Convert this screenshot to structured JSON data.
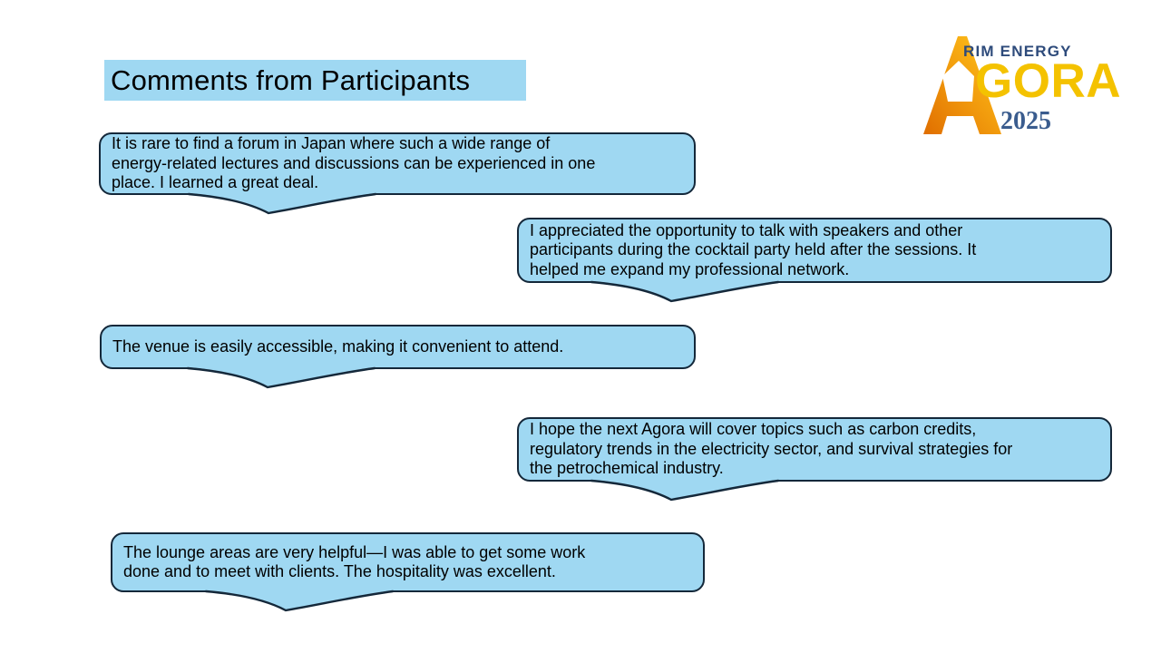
{
  "slide": {
    "title": "Comments from Participants",
    "comments": [
      {
        "text": "It is rare to find a forum in Japan where such a wide range of\nenergy-related lectures and discussions can be experienced in one\nplace. I learned a great deal."
      },
      {
        "text": "I appreciated the opportunity to talk with speakers and other\nparticipants during the cocktail party held after the sessions. It\nhelped me expand my professional network."
      },
      {
        "text": "The venue is easily accessible, making it convenient to attend."
      },
      {
        "text": "I hope the next Agora will cover topics such as carbon credits,\nregulatory trends in the electricity sector, and survival strategies for\nthe petrochemical industry."
      },
      {
        "text": "The lounge areas are very helpful—I was able to get some work\ndone and to meet with clients. The hospitality was excellent."
      }
    ],
    "logo": {
      "brand_top": "RIM ENERGY",
      "brand_main": "GORA",
      "mark_letter": "A",
      "year": "2025"
    }
  },
  "colors": {
    "title_highlight": "#9fd8f2",
    "bubble_fill": "#9fd8f2",
    "bubble_border": "#14283a",
    "logo_orange": "#e06e00",
    "logo_mid": "#f29c0d",
    "logo_gold": "#ffc81e",
    "logo_gold_dark": "#f4c200",
    "logo_navy": "#2e4b7b",
    "logo_year_blue": "#3a5c8e"
  }
}
